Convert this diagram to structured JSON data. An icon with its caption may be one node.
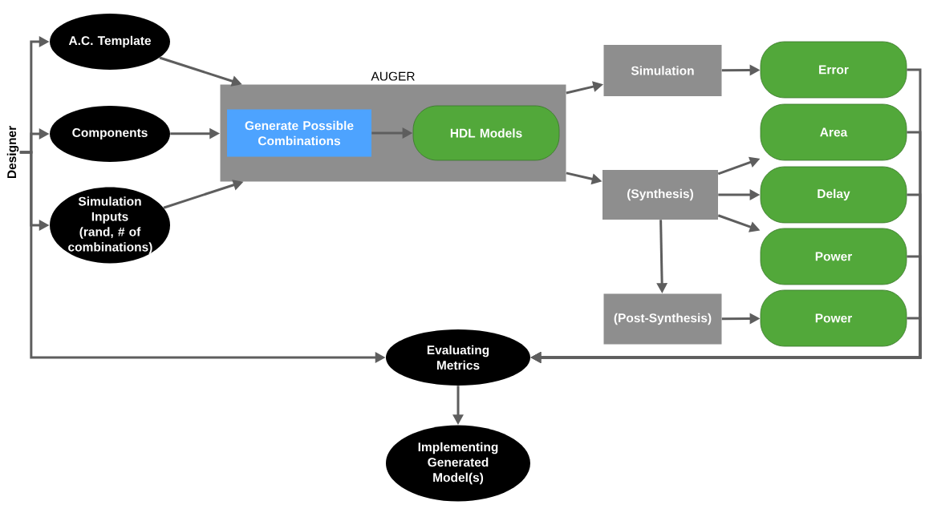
{
  "diagram": {
    "nodes": [
      {
        "text": [
          "Designer"
        ]
      },
      {
        "text": [
          "A.C. Template"
        ]
      },
      {
        "text": [
          "Components"
        ]
      },
      {
        "text": [
          "Simulation Inputs (rand, # of combinations)"
        ]
      },
      {
        "text": [
          "AUGER"
        ]
      },
      {
        "text": [
          "Generate Possible Combinations"
        ],
        "in": 4
      },
      {
        "text": [
          "HDL Models"
        ],
        "in": 4
      },
      {
        "text": [
          "Simulation"
        ]
      },
      {
        "text": [
          "(Synthesis)"
        ]
      },
      {
        "text": [
          "(Post-Synthesis)"
        ]
      },
      {
        "text": [
          "Error"
        ]
      },
      {
        "text": [
          "Area"
        ]
      },
      {
        "text": [
          "Delay"
        ]
      },
      {
        "text": [
          "Power"
        ]
      },
      {
        "text": [
          "Power"
        ]
      },
      {
        "text": [
          "Evaluating Metrics"
        ]
      },
      {
        "text": [
          "Implementing Generated Model(s)"
        ]
      }
    ],
    "edges": [
      {
        "from": 0,
        "to": 1,
        "arrow": "to"
      },
      {
        "from": 0,
        "to": 2,
        "arrow": "to"
      },
      {
        "from": 0,
        "to": 3,
        "arrow": "to"
      },
      {
        "from": 0,
        "to": 15,
        "arrow": "to"
      },
      {
        "from": 1,
        "to": 4,
        "arrow": "to"
      },
      {
        "from": 2,
        "to": 4,
        "arrow": "to"
      },
      {
        "from": 3,
        "to": 4,
        "arrow": "to"
      },
      {
        "from": 5,
        "to": 6,
        "arrow": "to"
      },
      {
        "from": 4,
        "to": 7,
        "arrow": "to"
      },
      {
        "from": 4,
        "to": 8,
        "arrow": "to"
      },
      {
        "from": 7,
        "to": 10,
        "arrow": "to"
      },
      {
        "from": 8,
        "to": 11,
        "arrow": "to"
      },
      {
        "from": 8,
        "to": 12,
        "arrow": "to"
      },
      {
        "from": 8,
        "to": 13,
        "arrow": "to"
      },
      {
        "from": 8,
        "to": 9,
        "arrow": "to"
      },
      {
        "from": 9,
        "to": 14,
        "arrow": "to"
      },
      {
        "from": 10,
        "to": 15,
        "arrow": "to"
      },
      {
        "from": 11,
        "to": 15,
        "arrow": "to"
      },
      {
        "from": 12,
        "to": 15,
        "arrow": "to"
      },
      {
        "from": 13,
        "to": 15,
        "arrow": "to"
      },
      {
        "from": 14,
        "to": 15,
        "arrow": "to"
      },
      {
        "from": 15,
        "to": 16,
        "arrow": "to"
      }
    ]
  }
}
